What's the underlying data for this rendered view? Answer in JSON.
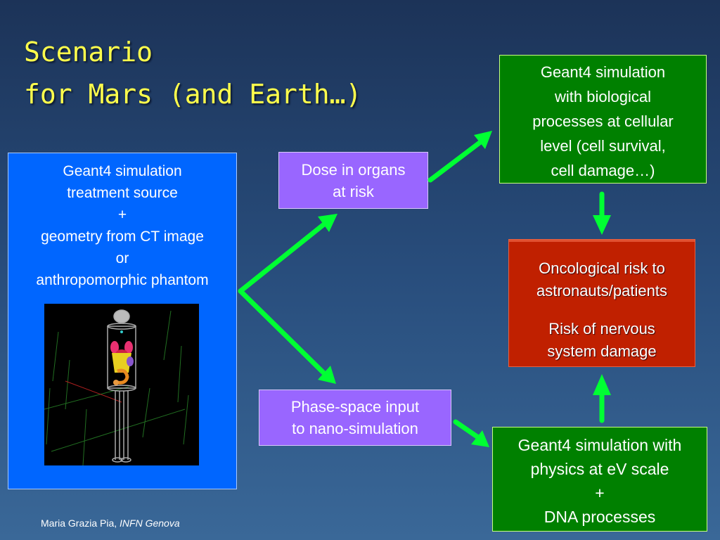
{
  "title": {
    "line1": "Scenario",
    "line2": "for Mars (and Earth…)"
  },
  "source_box": {
    "lines": [
      "Geant4 simulation",
      "treatment source",
      "+",
      "geometry from CT image",
      "or",
      "anthropomorphic phantom"
    ]
  },
  "dose_box": {
    "lines": [
      "Dose in organs",
      "at risk"
    ]
  },
  "phase_box": {
    "lines": [
      "Phase-space input",
      "to nano-simulation"
    ]
  },
  "bio_box": {
    "lines": [
      "Geant4 simulation",
      "with biological",
      "processes at cellular",
      "level (cell survival,",
      "cell damage…)"
    ]
  },
  "dna_box": {
    "lines": [
      "Geant4 simulation with",
      "physics at eV scale",
      "+",
      "DNA processes"
    ]
  },
  "risk_box": {
    "para1": [
      "Oncological risk to",
      "astronauts/patients"
    ],
    "para2": [
      "Risk of nervous",
      "system damage"
    ]
  },
  "footer": {
    "author": "Maria Grazia Pia,",
    "institution": "INFN Genova"
  },
  "colors": {
    "title": "#ffff4c",
    "arrow": "#00ff33",
    "blue_box": "#0066ff",
    "purple_box": "#9966ff",
    "green_box": "#008000",
    "red_box": "#c02000"
  }
}
